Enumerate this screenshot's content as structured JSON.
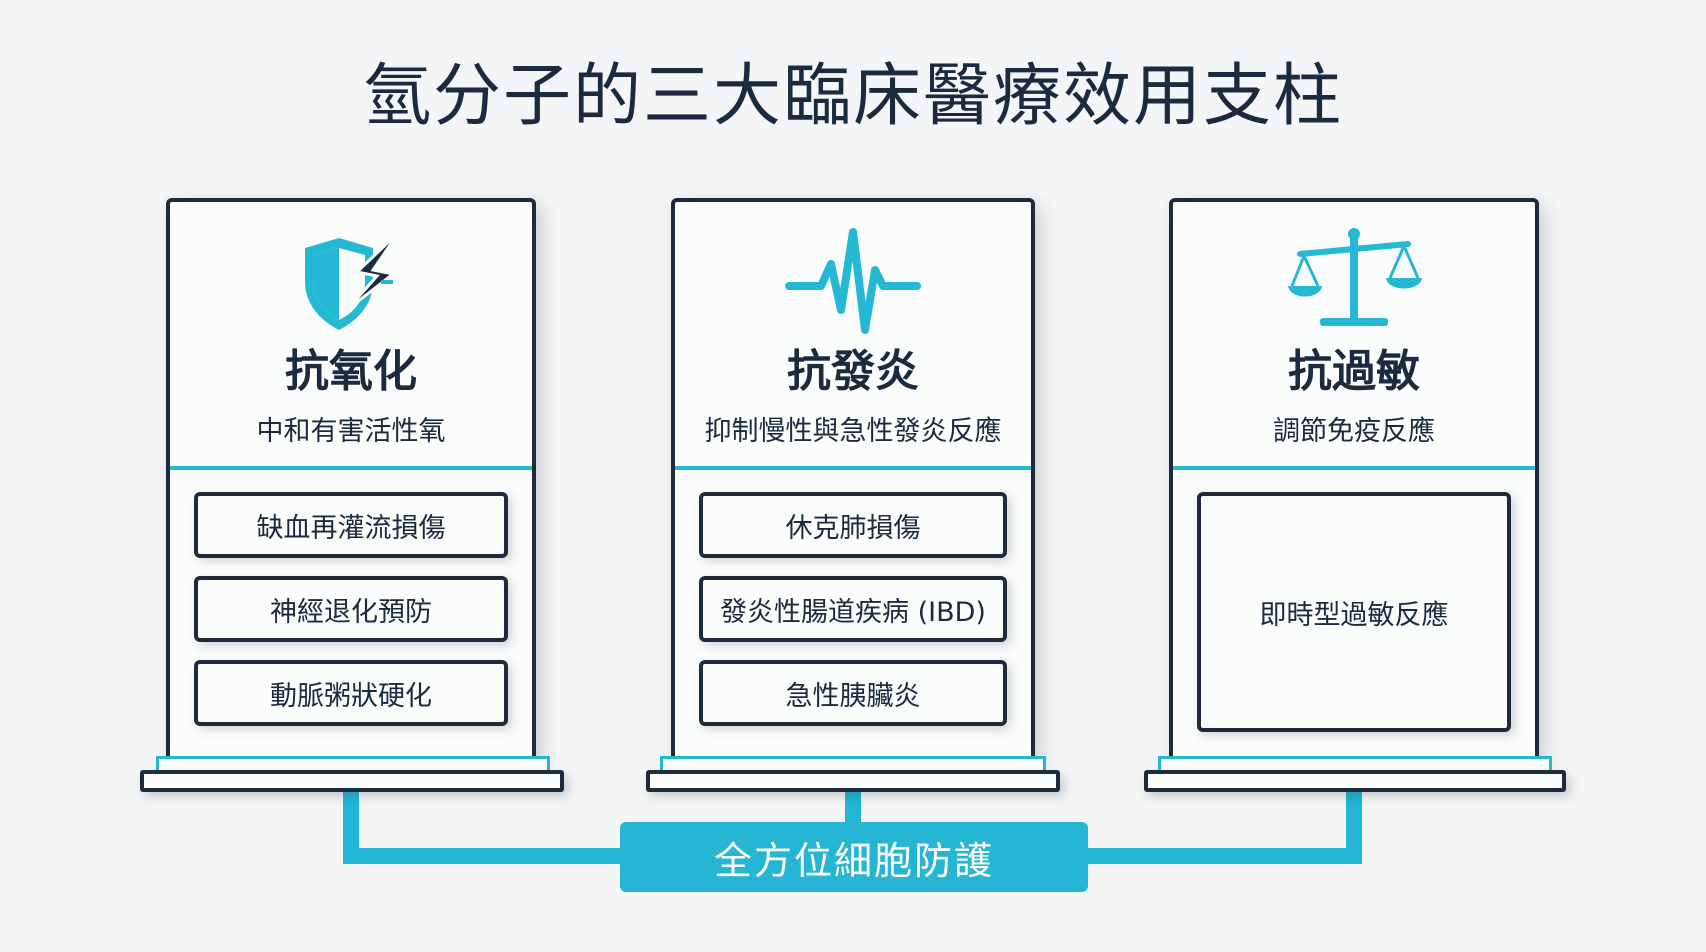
{
  "title": "氫分子的三大臨床醫療效用支柱",
  "colors": {
    "accent": "#25b8d4",
    "ink": "#1e2b3d",
    "background": "#f4f5f6"
  },
  "pillars": [
    {
      "icon": "shield-lightning-icon",
      "title": "抗氧化",
      "subtitle": "中和有害活性氧",
      "items": [
        "缺血再灌流損傷",
        "神經退化預防",
        "動脈粥狀硬化"
      ]
    },
    {
      "icon": "heartbeat-pulse-icon",
      "title": "抗發炎",
      "subtitle": "抑制慢性與急性發炎反應",
      "items": [
        "休克肺損傷",
        "發炎性腸道疾病 (IBD)",
        "急性胰臟炎"
      ]
    },
    {
      "icon": "balance-scale-icon",
      "title": "抗過敏",
      "subtitle": "調節免疫反應",
      "items": [
        "即時型過敏反應"
      ]
    }
  ],
  "banner": "全方位細胞防護"
}
